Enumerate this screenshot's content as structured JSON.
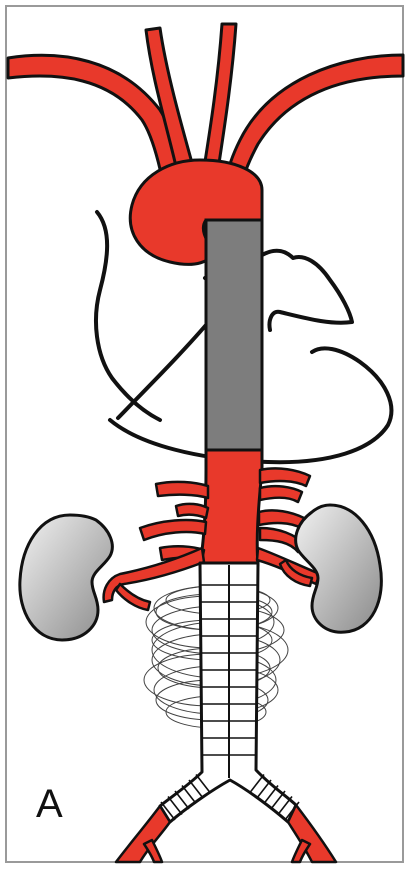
{
  "figure": {
    "panel_label": "A",
    "colors": {
      "artery_red": "#e8392b",
      "artery_outline": "#111111",
      "stent_graft_gray": "#7d7d7d",
      "kidney_light": "#e9e9e9",
      "kidney_dark": "#8d8d8d",
      "frame_border": "#9a9a9a",
      "background": "#ffffff"
    },
    "icons": [
      "aorta",
      "stent-graft",
      "heart-outline",
      "kidney",
      "renal-artery",
      "aneurysm-sac",
      "iliac-artery"
    ]
  }
}
